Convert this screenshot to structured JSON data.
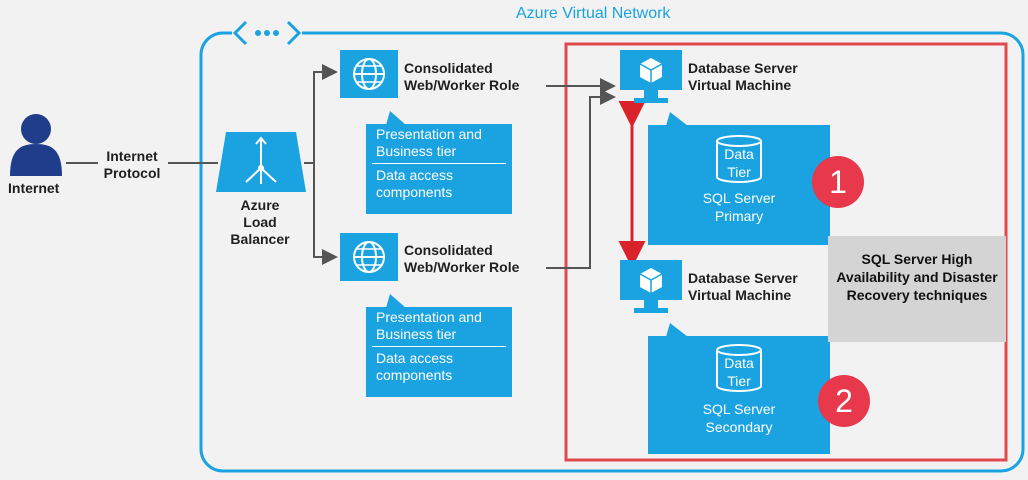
{
  "vnet_label": "Azure Virtual Network",
  "internet_label": "Internet",
  "protocol_label": "Internet Protocol",
  "lb_label": "Azure Load Balancer",
  "role_label": "Consolidated Web/Worker Role",
  "callout_line1": "Presentation and Business tier",
  "callout_line2": "Data access components",
  "db_label": "Database Server Virtual Machine",
  "tier_label": "Data Tier",
  "primary_label": "SQL Server Primary",
  "secondary_label": "SQL Server Secondary",
  "badge1": "1",
  "badge2": "2",
  "ha_label": "SQL Server High Availability and Disaster Recovery techniques",
  "colors": {
    "azure_blue": "#1aa3e0",
    "red": "#e8384b",
    "vnet_border": "#1aa3e0",
    "gray_box": "#d4d4d4"
  },
  "icons": [
    "person-icon",
    "load-balancer-icon",
    "globe-icon",
    "monitor-cube-icon",
    "database-icon",
    "vnet-icon"
  ]
}
